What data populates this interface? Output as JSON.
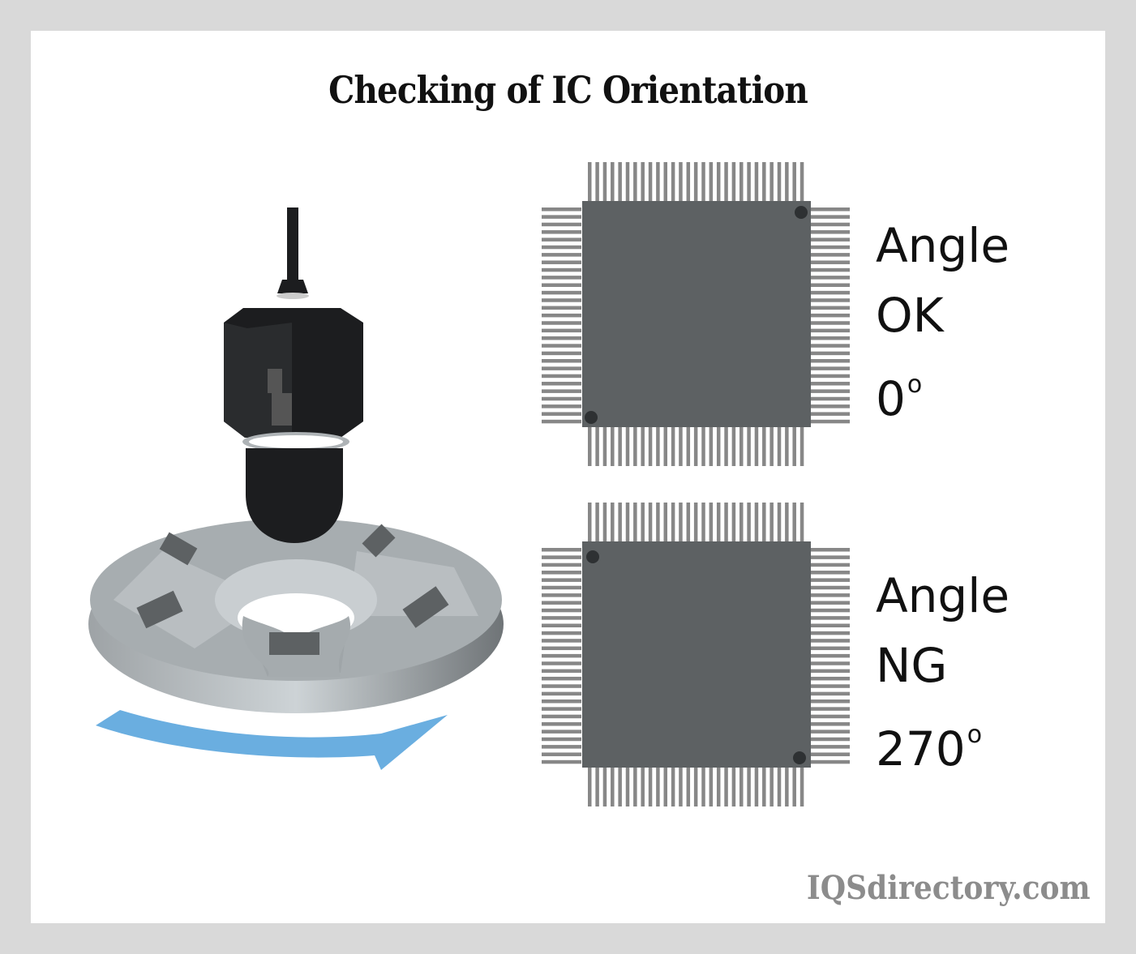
{
  "title": "Checking of IC Orientation",
  "chips": [
    {
      "lines": [
        "Angle",
        "OK",
        "0"
      ],
      "degree": "o",
      "status": "ok"
    },
    {
      "lines": [
        "Angle",
        "NG",
        "270"
      ],
      "degree": "o",
      "status": "ng"
    }
  ],
  "watermark": "IQSdirectory.com",
  "colors": {
    "chip": "#5d6163",
    "pin": "#878787",
    "dot": "#2e3133",
    "arrow": "#6aaee0",
    "camera": "#1c1d1f"
  }
}
